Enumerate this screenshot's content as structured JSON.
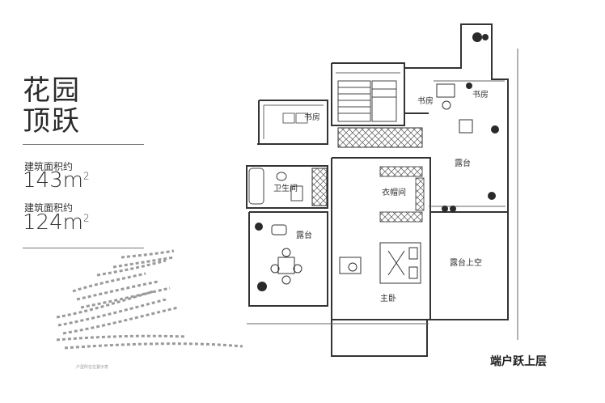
{
  "heading": {
    "line1": "花园",
    "line2": "顶跃"
  },
  "stats": {
    "gross_area_label": "建筑面积约",
    "gross_area_value": "143m",
    "gross_area_sup": "2",
    "usable_area_label": "建筑面积约",
    "usable_area_value": "124m",
    "usable_area_sup": "2"
  },
  "floor_plan": {
    "rooms": {
      "study_left": "书房",
      "study_center": "书房",
      "study_right": "书房",
      "bathroom": "卫生间",
      "cloakroom": "衣帽间",
      "terrace_left": "露台",
      "terrace_right": "露台",
      "terrace_void": "露台上空",
      "master_bedroom": "主卧"
    },
    "floor_label": "端户跃上层"
  },
  "keyplan": {
    "caption": "户型所在位置示意"
  },
  "colors": {
    "wall": "#333333",
    "hatch": "#555555",
    "plant": "#2a2a2a",
    "keyplan": "#9a9a9a"
  }
}
